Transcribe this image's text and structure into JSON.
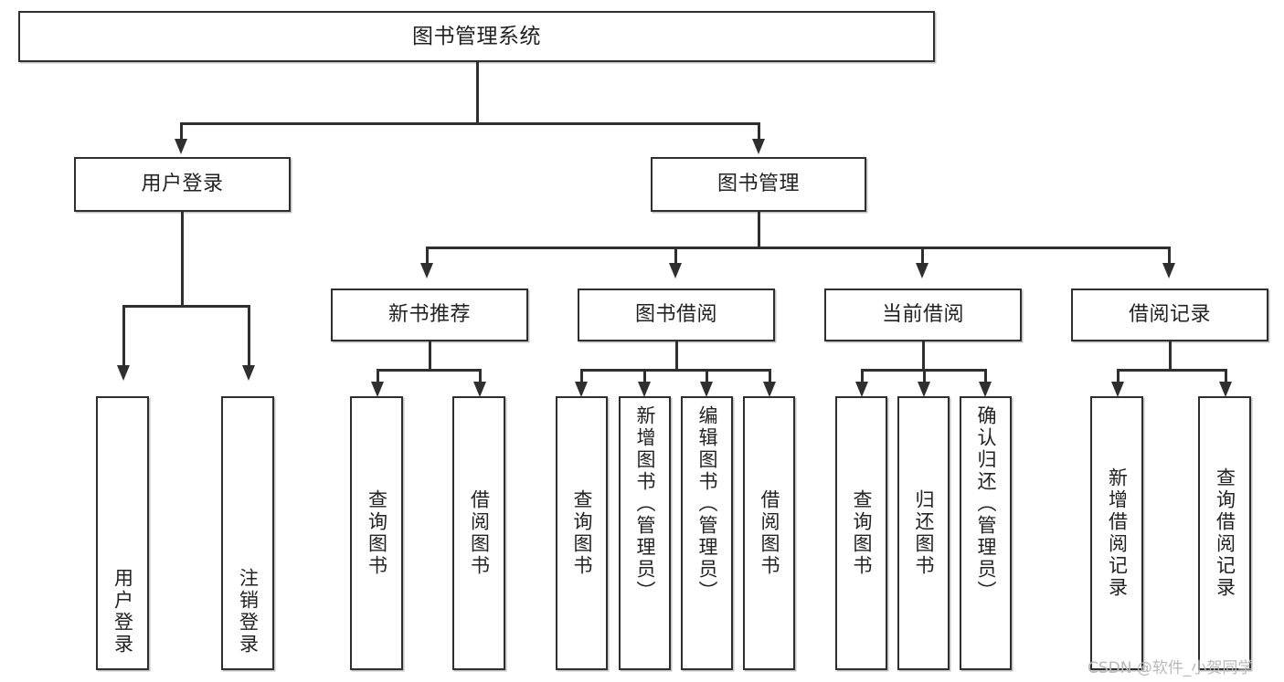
{
  "diagram": {
    "title": "图书管理系统",
    "type": "hierarchy-tree",
    "root": {
      "label": "图书管理系统"
    },
    "level1": [
      {
        "label": "用户登录"
      },
      {
        "label": "图书管理"
      }
    ],
    "level2": [
      {
        "label": "新书推荐"
      },
      {
        "label": "图书借阅"
      },
      {
        "label": "当前借阅"
      },
      {
        "label": "借阅记录"
      }
    ],
    "leaves": {
      "user_login": [
        {
          "label": "用户登录"
        },
        {
          "label": "注销登录"
        }
      ],
      "new_book_recommend": [
        {
          "label": "查询图书"
        },
        {
          "label": "借阅图书"
        }
      ],
      "book_borrow": [
        {
          "label": "查询图书"
        },
        {
          "label": "新增图书（管理员）"
        },
        {
          "label": "编辑图书（管理员）"
        },
        {
          "label": "借阅图书"
        }
      ],
      "current_borrow": [
        {
          "label": "查询图书"
        },
        {
          "label": "归还图书"
        },
        {
          "label": "确认归还（管理员）"
        }
      ],
      "borrow_record": [
        {
          "label": "新增借阅记录"
        },
        {
          "label": "查询借阅记录"
        }
      ]
    }
  },
  "watermark": {
    "text": "CSDN @软件_小贺同学"
  },
  "colors": {
    "background": "#ffffff",
    "border": "#2f2f2f",
    "text": "#222222",
    "watermark": "#b9b9b9"
  }
}
